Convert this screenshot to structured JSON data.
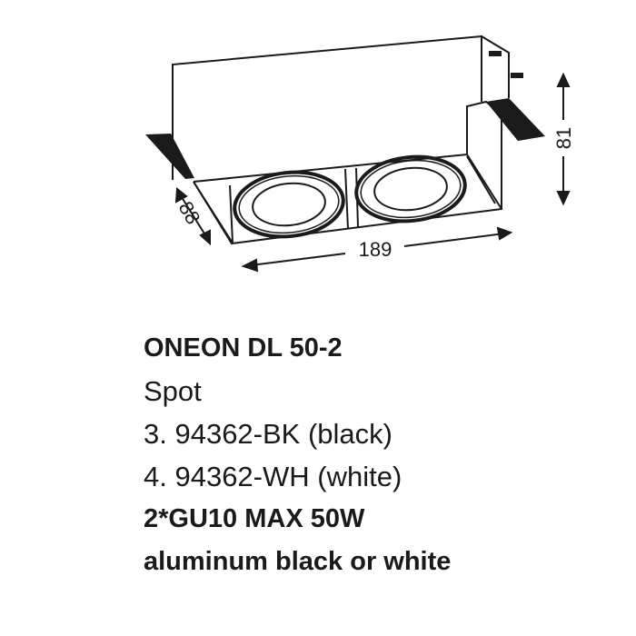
{
  "drawing": {
    "dimensions": {
      "width": "189",
      "depth": "88",
      "height": "81"
    },
    "stroke_color": "#1a1a1a"
  },
  "spec": {
    "model": "ONEON DL 50-2",
    "type": "Spot",
    "variant_black": "3. 94362-BK (black)",
    "variant_white": "4. 94362-WH (white)",
    "lamp": "2*GU10 MAX 50W",
    "material": "aluminum black or white"
  }
}
